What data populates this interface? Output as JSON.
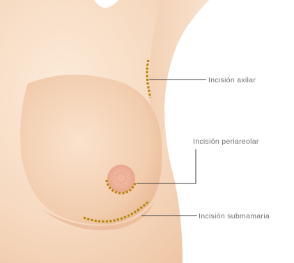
{
  "illustration": {
    "skin_light": "#fbe7d6",
    "skin_mid": "#f3cfb2",
    "skin_shadow": "#e9b896",
    "areola_color": "#e8a88f",
    "nipple_color": "#f0bba4",
    "incision_color": "#b8860b"
  },
  "callouts": {
    "axillary": {
      "label": "Incisión axilar"
    },
    "periareolar": {
      "label": "Incisión periareolar"
    },
    "inframammary": {
      "label": "Incisión submamaria"
    }
  }
}
